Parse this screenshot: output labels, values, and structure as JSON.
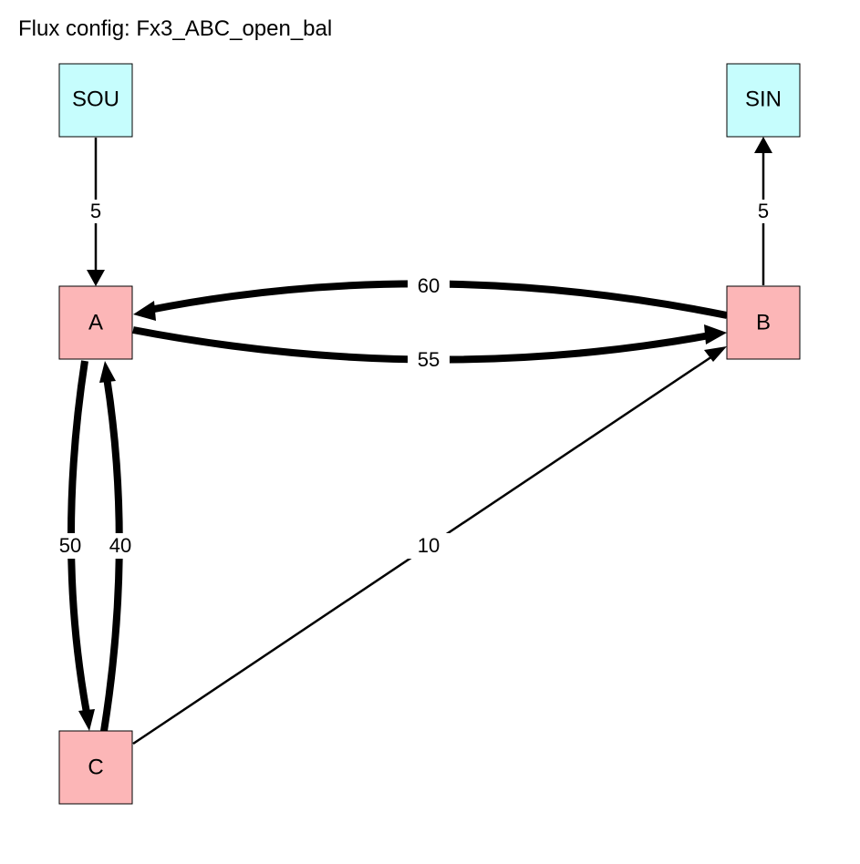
{
  "title": "Flux config: Fx3_ABC_open_bal",
  "colors": {
    "io_node": "#c6fdfd",
    "internal_node": "#fcb6b7",
    "stroke": "#000000",
    "label_bg": "#ffffff"
  },
  "nodes": {
    "SOU": {
      "label": "SOU",
      "kind": "io"
    },
    "SIN": {
      "label": "SIN",
      "kind": "io"
    },
    "A": {
      "label": "A",
      "kind": "internal"
    },
    "B": {
      "label": "B",
      "kind": "internal"
    },
    "C": {
      "label": "C",
      "kind": "internal"
    }
  },
  "edges": {
    "SOU_A": {
      "from": "SOU",
      "to": "A",
      "label": "5"
    },
    "B_SIN": {
      "from": "B",
      "to": "SIN",
      "label": "5"
    },
    "B_A": {
      "from": "B",
      "to": "A",
      "label": "60"
    },
    "A_B": {
      "from": "A",
      "to": "B",
      "label": "55"
    },
    "A_C": {
      "from": "A",
      "to": "C",
      "label": "50"
    },
    "C_A": {
      "from": "C",
      "to": "A",
      "label": "40"
    },
    "C_B": {
      "from": "C",
      "to": "B",
      "label": "10"
    }
  }
}
